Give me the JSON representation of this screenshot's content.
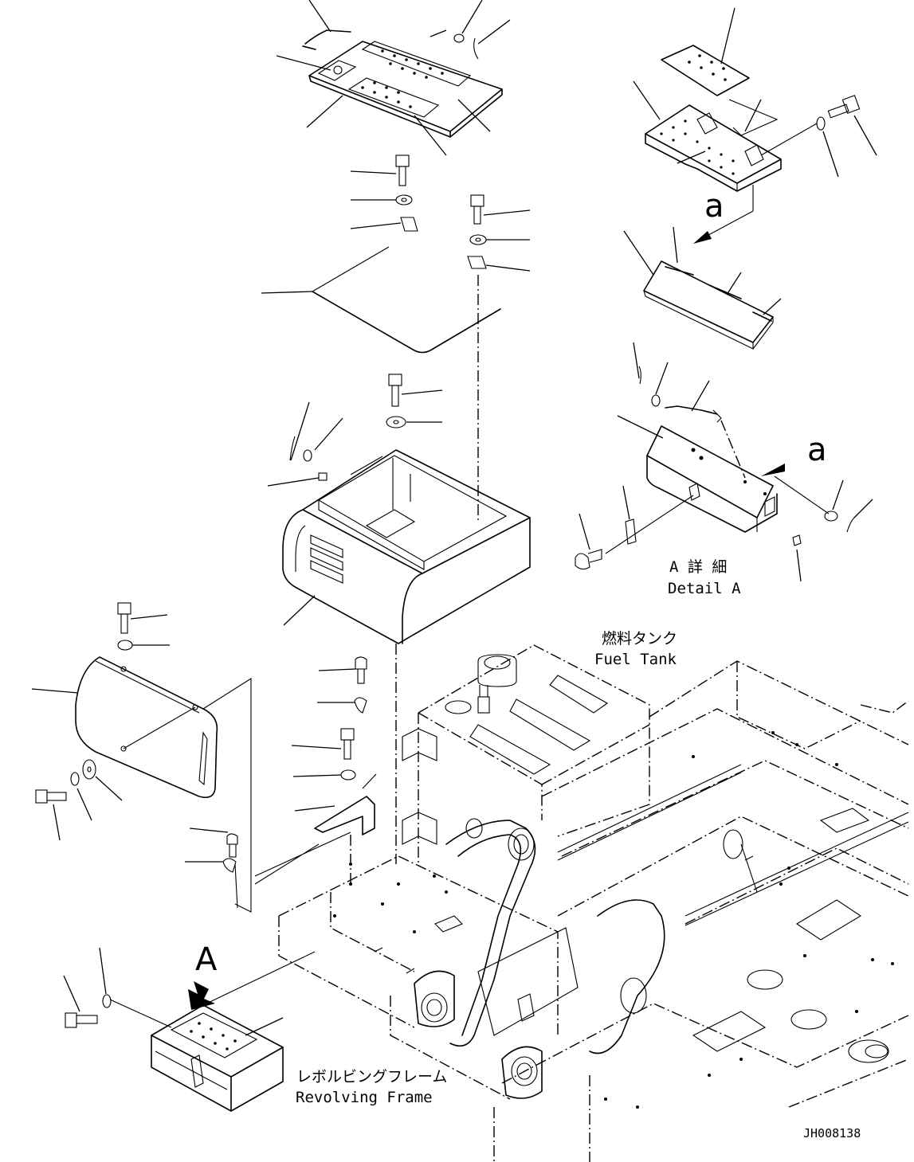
{
  "labels": {
    "detail_a_jp": "A 詳 細",
    "detail_a_en": "Detail A",
    "fuel_tank_jp": "燃料タンク",
    "fuel_tank_en": "Fuel Tank",
    "revolving_frame_jp": "レボルビングフレーム",
    "revolving_frame_en": "Revolving Frame",
    "view_letter_A": "A",
    "arrow_letter_a_top": "a",
    "arrow_letter_a_detail": "a",
    "drawing_number": "JH008138"
  },
  "colors": {
    "line": "#000000",
    "background": "#ffffff"
  }
}
